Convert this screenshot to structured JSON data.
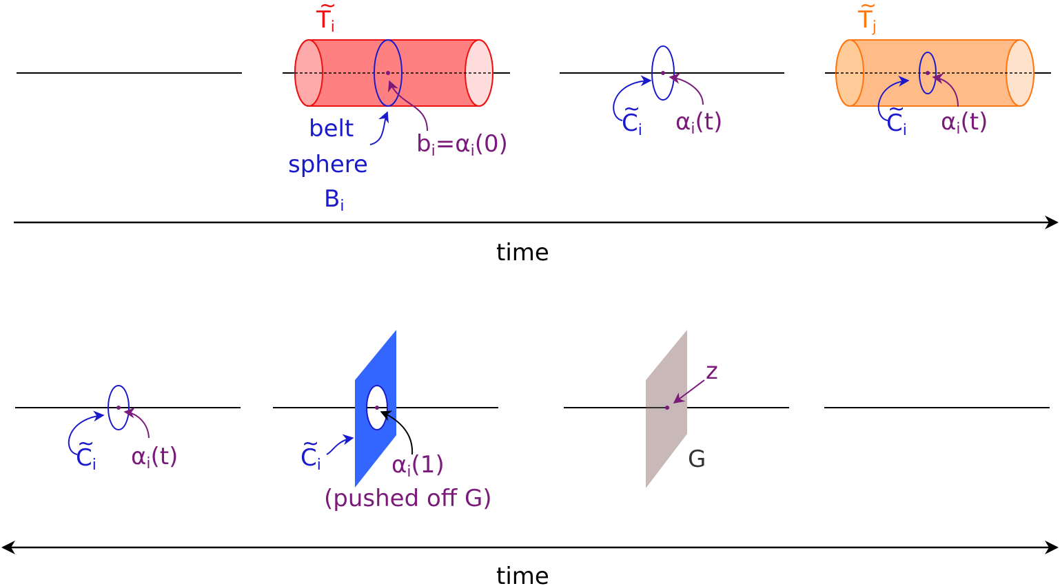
{
  "colors": {
    "red": "#ee1111",
    "orange": "#ff7711",
    "blue": "#1a1acc",
    "purple": "#7a1a7a",
    "black": "#000000",
    "plate_blue": "#3366ff",
    "plate_gray": "#c8b8b8",
    "dark_gray": "#333333"
  },
  "top": {
    "tube_i": {
      "letter": "T",
      "sub": "i"
    },
    "tube_j": {
      "letter": "T",
      "sub": "j"
    },
    "belt": {
      "line1": "belt",
      "line2": "sphere",
      "line3": "B",
      "line3_sub": "i"
    },
    "b_label": {
      "b": "b",
      "b_sub": "i",
      "eq": "=α",
      "a_sub": "i",
      "rest": "(0)"
    },
    "c_label_3": {
      "letter": "C",
      "sub": "i"
    },
    "a_label_3": {
      "alpha": "α",
      "sub": "i",
      "rest": "(t)"
    },
    "c_label_4": {
      "letter": "C",
      "sub": "i"
    },
    "a_label_4": {
      "alpha": "α",
      "sub": "i",
      "rest": "(t)"
    }
  },
  "axis_top": {
    "label": "time"
  },
  "bottom": {
    "c_label_1": {
      "letter": "C",
      "sub": "i"
    },
    "a_label_1": {
      "alpha": "α",
      "sub": "i",
      "rest": "(t)"
    },
    "c_label_2": {
      "letter": "C",
      "sub": "i"
    },
    "a_label_2": {
      "alpha": "α",
      "sub": "i",
      "rest": "(1)"
    },
    "pushed": "(pushed off G)",
    "z_label": "z",
    "g_label": "G"
  },
  "axis_bottom": {
    "label": "time"
  }
}
